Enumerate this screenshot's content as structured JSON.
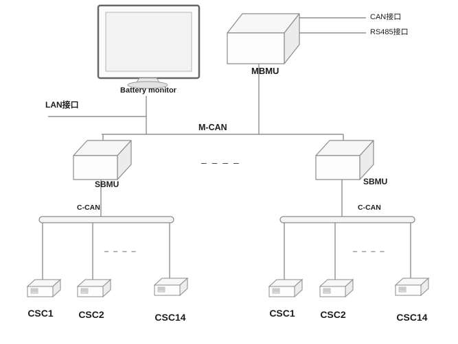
{
  "diagram": {
    "monitor_label": "Battery monitor",
    "lan_port": "LAN接口",
    "can_port": "CAN接口",
    "rs485_port": "RS485接口",
    "mbmu": "MBMU",
    "m_can": "M-CAN",
    "sbmu_left": "SBMU",
    "sbmu_right": "SBMU",
    "c_can_left": "C-CAN",
    "c_can_right": "C-CAN",
    "ellipsis_mid": "– – – –",
    "ellipsis_left": "– – – –",
    "ellipsis_right": "– – – –",
    "csc_left": [
      "CSC1",
      "CSC2",
      "CSC14"
    ],
    "csc_right": [
      "CSC1",
      "CSC2",
      "CSC14"
    ],
    "line_color": "#8f8f8f"
  }
}
